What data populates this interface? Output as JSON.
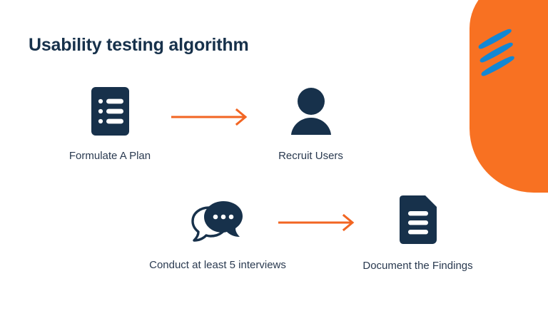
{
  "slide": {
    "title": "Usability testing algorithm",
    "background_color": "#FFFFFF",
    "accent_orange": "#F87122",
    "accent_blue": "#1387D4",
    "text_navy": "#17314B"
  },
  "decoration": {
    "blob_name": "orange-blob-shape",
    "blob_color": "#F87122",
    "logo_name": "brand-logo",
    "logo_color": "#1387D4",
    "logo_stroke_count": 3
  },
  "steps": [
    {
      "id": "formulate-a-plan",
      "label": "Formulate A Plan",
      "icon": "checklist-document-icon",
      "order": 1
    },
    {
      "id": "recruit-users",
      "label": "Recruit Users",
      "icon": "user-person-icon",
      "order": 2
    },
    {
      "id": "conduct-interviews",
      "label": "Conduct at least 5 interviews",
      "icon": "speech-bubbles-icon",
      "order": 3
    },
    {
      "id": "document-findings",
      "label": "Document the Findings",
      "icon": "document-lines-icon",
      "order": 4
    }
  ],
  "arrows": [
    {
      "id": "arrow-plan-to-recruit",
      "from": "formulate-a-plan",
      "to": "recruit-users",
      "color": "#F26522",
      "direction": "right"
    },
    {
      "id": "arrow-interviews-to-findings",
      "from": "conduct-interviews",
      "to": "document-findings",
      "color": "#F26522",
      "direction": "right"
    }
  ]
}
